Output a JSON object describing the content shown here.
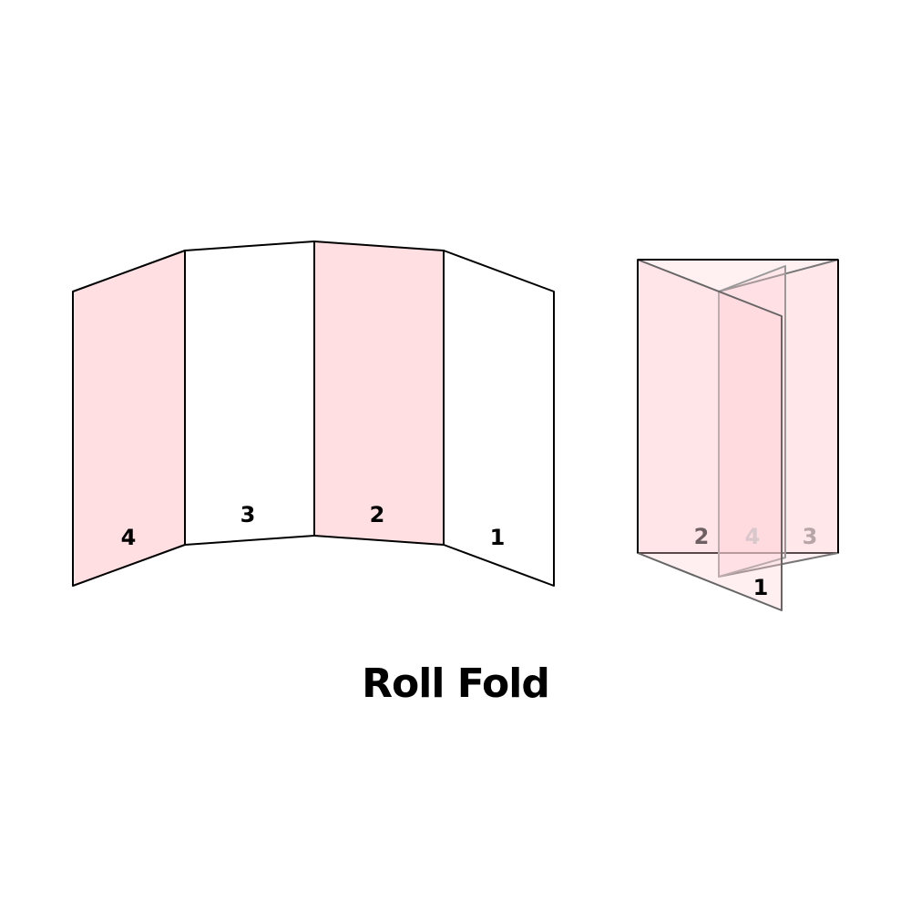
{
  "title": "Roll Fold",
  "open_panels": [
    {
      "label": "4",
      "fill": "#ffdfe2"
    },
    {
      "label": "3",
      "fill": "#ffffff"
    },
    {
      "label": "2",
      "fill": "#ffdfe2"
    },
    {
      "label": "1",
      "fill": "#ffffff"
    }
  ],
  "folded_labels": {
    "p2": "2",
    "p4": "4",
    "p3": "3",
    "p1": "1"
  },
  "colors": {
    "pink": "#ffdfe2",
    "stroke": "#000000"
  }
}
